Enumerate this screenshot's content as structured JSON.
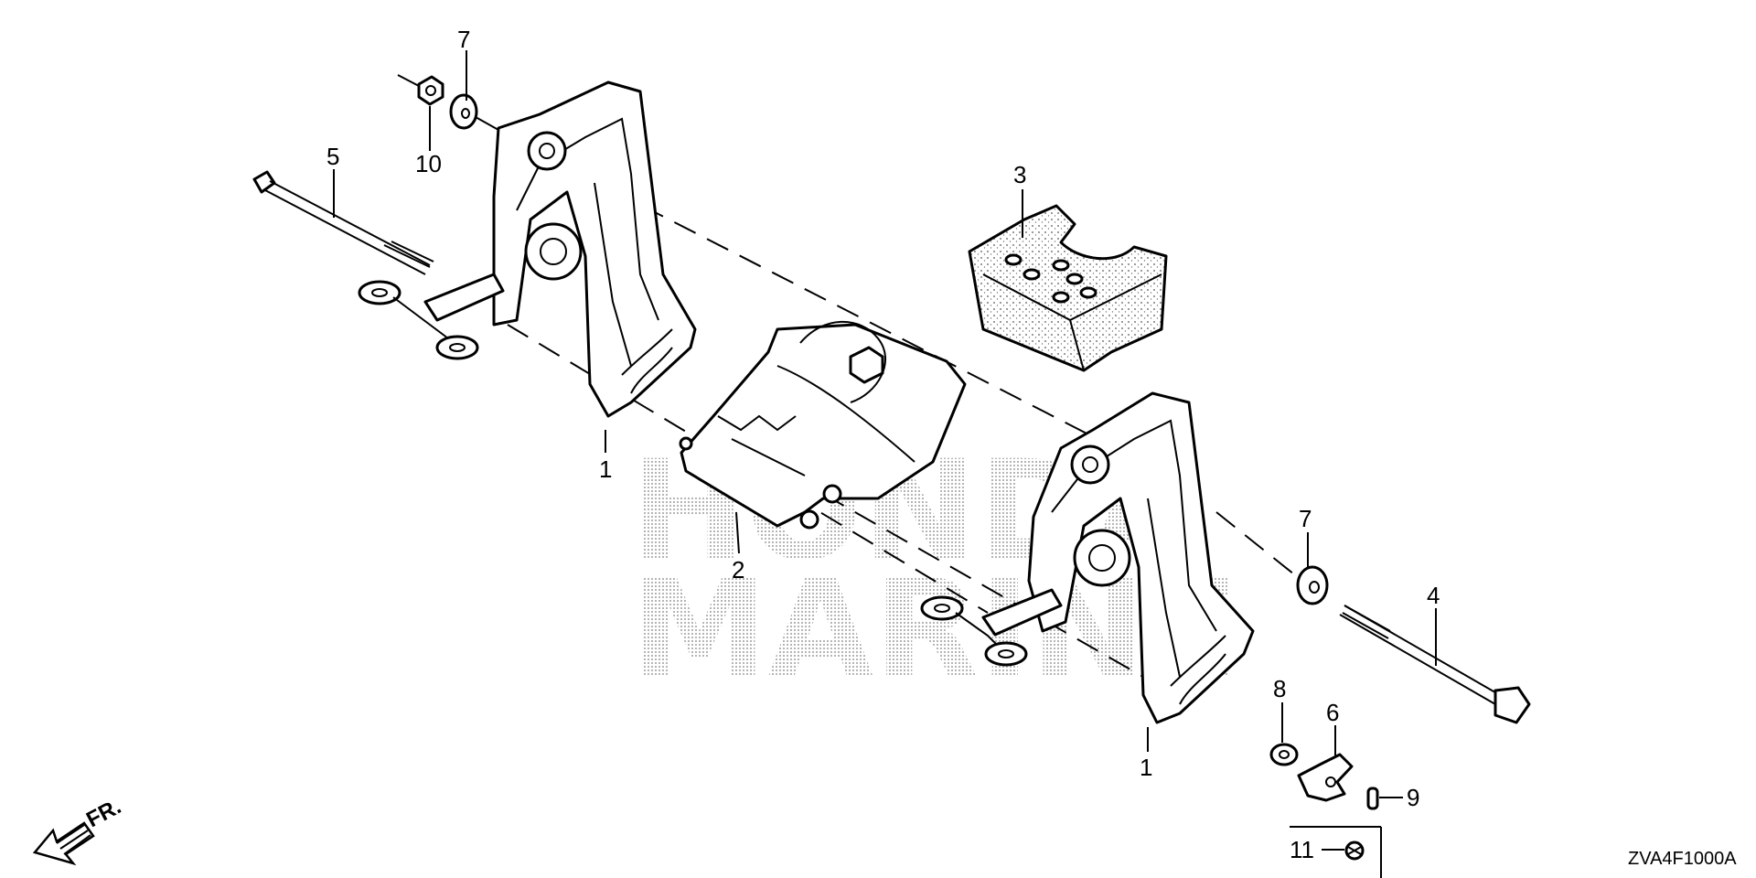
{
  "callouts": {
    "c1a": "1",
    "c1b": "1",
    "c2": "2",
    "c3": "3",
    "c4": "4",
    "c5": "5",
    "c6": "6",
    "c7a": "7",
    "c7b": "7",
    "c8": "8",
    "c9": "9",
    "c10": "10",
    "c11": "11"
  },
  "direction_label": "FR.",
  "diagram_code": "ZVA4F1000A"
}
